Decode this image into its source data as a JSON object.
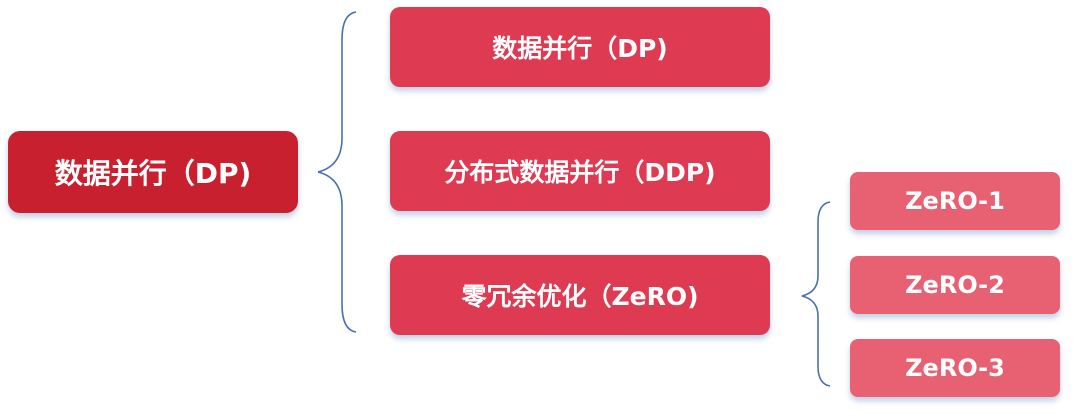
{
  "root": {
    "label": "数据并行（DP)"
  },
  "branches": [
    {
      "label": "数据并行（DP)"
    },
    {
      "label": "分布式数据并行（DDP)"
    },
    {
      "label": "零冗余优化（ZeRO)"
    }
  ],
  "zero_stages": [
    {
      "label": "ZeRO-1"
    },
    {
      "label": "ZeRO-2"
    },
    {
      "label": "ZeRO-3"
    }
  ],
  "colors": {
    "root": "#c8202f",
    "branch": "#de3a52",
    "leaf": "#e86172",
    "brace": "#4a6fb0"
  }
}
